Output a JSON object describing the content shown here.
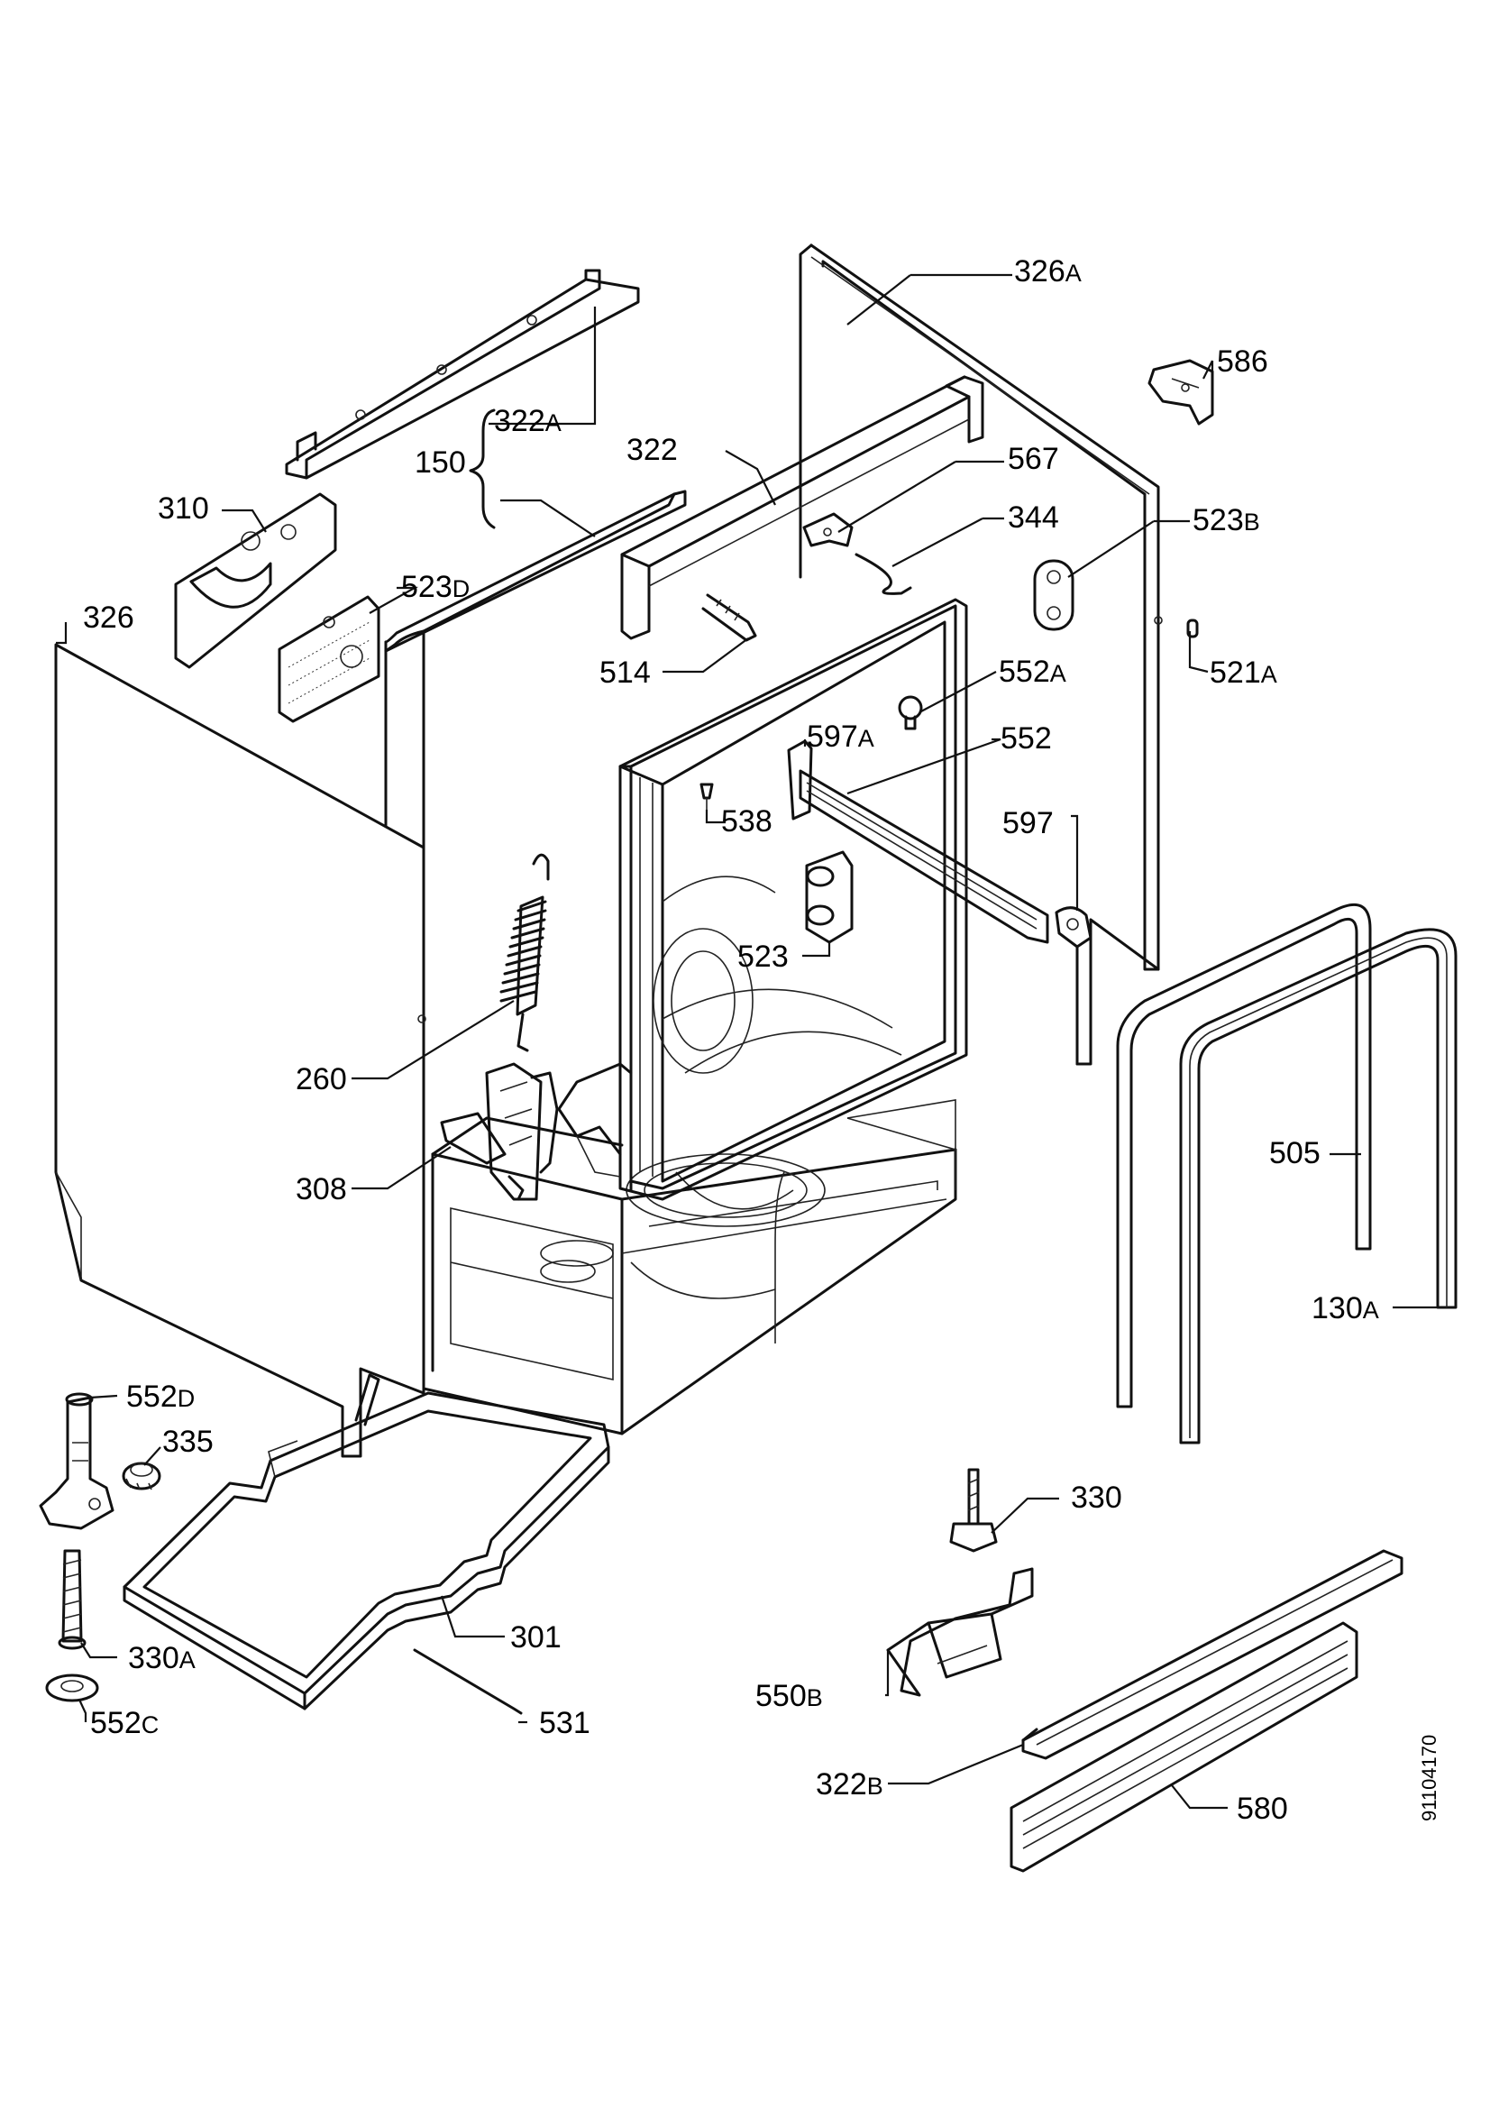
{
  "labels": {
    "p326A": {
      "num": "326",
      "suffix": "A"
    },
    "p586": {
      "num": "586",
      "suffix": ""
    },
    "p322A": {
      "num": "322",
      "suffix": "A"
    },
    "p150": {
      "num": "150",
      "suffix": ""
    },
    "p322": {
      "num": "322",
      "suffix": ""
    },
    "p567": {
      "num": "567",
      "suffix": ""
    },
    "p344": {
      "num": "344",
      "suffix": ""
    },
    "p523B": {
      "num": "523",
      "suffix": "B"
    },
    "p310": {
      "num": "310",
      "suffix": ""
    },
    "p523D": {
      "num": "523",
      "suffix": "D"
    },
    "p326": {
      "num": "326",
      "suffix": ""
    },
    "p514": {
      "num": "514",
      "suffix": ""
    },
    "p521A": {
      "num": "521",
      "suffix": "A"
    },
    "p552A": {
      "num": "552",
      "suffix": "A"
    },
    "p597A": {
      "num": "597",
      "suffix": "A"
    },
    "p552": {
      "num": "552",
      "suffix": ""
    },
    "p538": {
      "num": "538",
      "suffix": ""
    },
    "p597": {
      "num": "597",
      "suffix": ""
    },
    "p523": {
      "num": "523",
      "suffix": ""
    },
    "p260": {
      "num": "260",
      "suffix": ""
    },
    "p505": {
      "num": "505",
      "suffix": ""
    },
    "p308": {
      "num": "308",
      "suffix": ""
    },
    "p130A": {
      "num": "130",
      "suffix": "A"
    },
    "p552D": {
      "num": "552",
      "suffix": "D"
    },
    "p335": {
      "num": "335",
      "suffix": ""
    },
    "p330": {
      "num": "330",
      "suffix": ""
    },
    "p301": {
      "num": "301",
      "suffix": ""
    },
    "p330A": {
      "num": "330",
      "suffix": "A"
    },
    "p531": {
      "num": "531",
      "suffix": ""
    },
    "p552C": {
      "num": "552",
      "suffix": "C"
    },
    "p550B": {
      "num": "550",
      "suffix": "B"
    },
    "p322B": {
      "num": "322",
      "suffix": "B"
    },
    "p580": {
      "num": "580",
      "suffix": ""
    }
  },
  "document_number": "91104170"
}
